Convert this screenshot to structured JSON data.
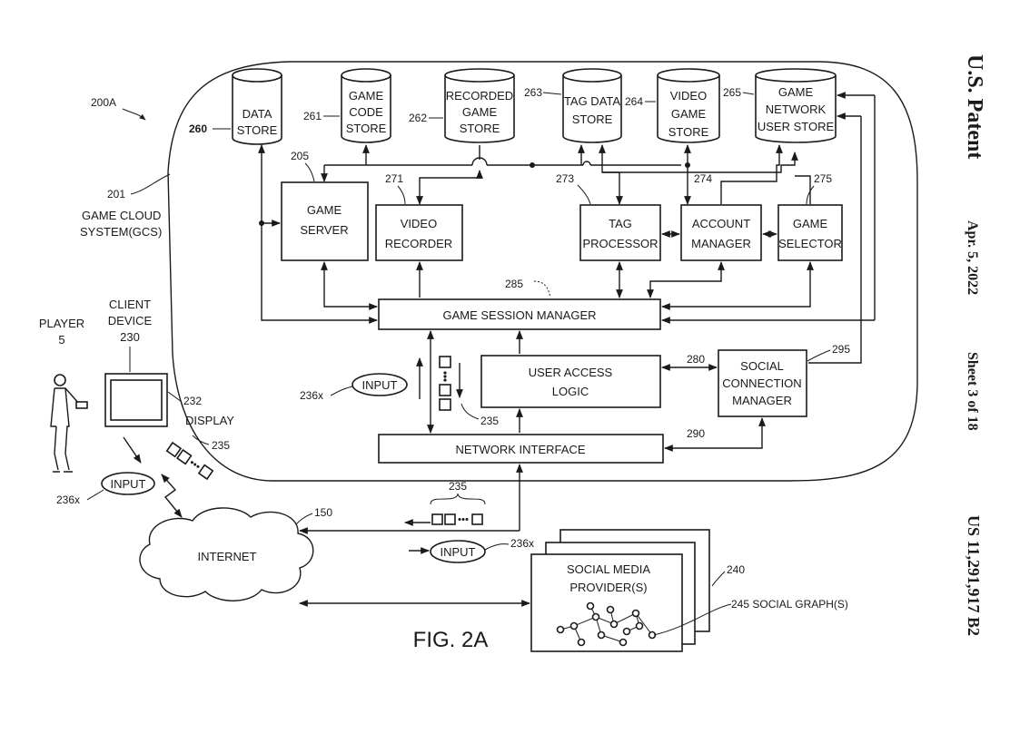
{
  "header": {
    "patent_label": "U.S. Patent",
    "date": "Apr. 5, 2022",
    "sheet": "Sheet 3 of 18",
    "patent_number": "US 11,291,917 B2"
  },
  "figure_title": "FIG. 2A",
  "refs": {
    "system": "200A",
    "gcs_num": "201",
    "gcs_line1": "GAME CLOUD",
    "gcs_line2": "SYSTEM(GCS)"
  },
  "stores": [
    {
      "num": "260",
      "lines": [
        "DATA",
        "STORE"
      ]
    },
    {
      "num": "261",
      "lines": [
        "GAME",
        "CODE",
        "STORE"
      ]
    },
    {
      "num": "262",
      "lines": [
        "RECORDED",
        "GAME",
        "STORE"
      ]
    },
    {
      "num": "263",
      "lines": [
        "TAG DATA",
        "STORE"
      ]
    },
    {
      "num": "264",
      "lines": [
        "VIDEO",
        "GAME",
        "STORE"
      ]
    },
    {
      "num": "265",
      "lines": [
        "GAME",
        "NETWORK",
        "USER STORE"
      ]
    }
  ],
  "modules": [
    {
      "num": "205",
      "lines": [
        "GAME",
        "SERVER"
      ]
    },
    {
      "num": "271",
      "lines": [
        "VIDEO",
        "RECORDER"
      ]
    },
    {
      "num": "273",
      "lines": [
        "TAG",
        "PROCESSOR"
      ]
    },
    {
      "num": "274",
      "lines": [
        "ACCOUNT",
        "MANAGER"
      ]
    },
    {
      "num": "275",
      "lines": [
        "GAME",
        "SELECTOR"
      ]
    }
  ],
  "session_manager": {
    "num": "285",
    "label": "GAME SESSION MANAGER"
  },
  "user_access": {
    "num": "280",
    "lines": [
      "USER ACCESS",
      "LOGIC"
    ]
  },
  "social_conn": {
    "num": "295",
    "lines": [
      "SOCIAL",
      "CONNECTION",
      "MANAGER"
    ]
  },
  "network_interface": {
    "num": "290",
    "label": "NETWORK INTERFACE"
  },
  "player": {
    "lines": [
      "PLAYER",
      "5"
    ]
  },
  "client": {
    "lines": [
      "CLIENT",
      "DEVICE",
      "230"
    ],
    "display_num": "232",
    "display_label": "DISPLAY"
  },
  "packets_num": "235",
  "input_label": "INPUT",
  "input_num": "236x",
  "internet": {
    "label": "INTERNET",
    "num": "150"
  },
  "social_media": {
    "num": "240",
    "lines": [
      "SOCIAL MEDIA",
      "PROVIDER(S)"
    ],
    "graph_label": "245 SOCIAL GRAPH(S)"
  },
  "icons": [
    "person-icon",
    "monitor-icon",
    "database-icon",
    "cloud-icon",
    "network-graph-icon",
    "packet-icon"
  ]
}
